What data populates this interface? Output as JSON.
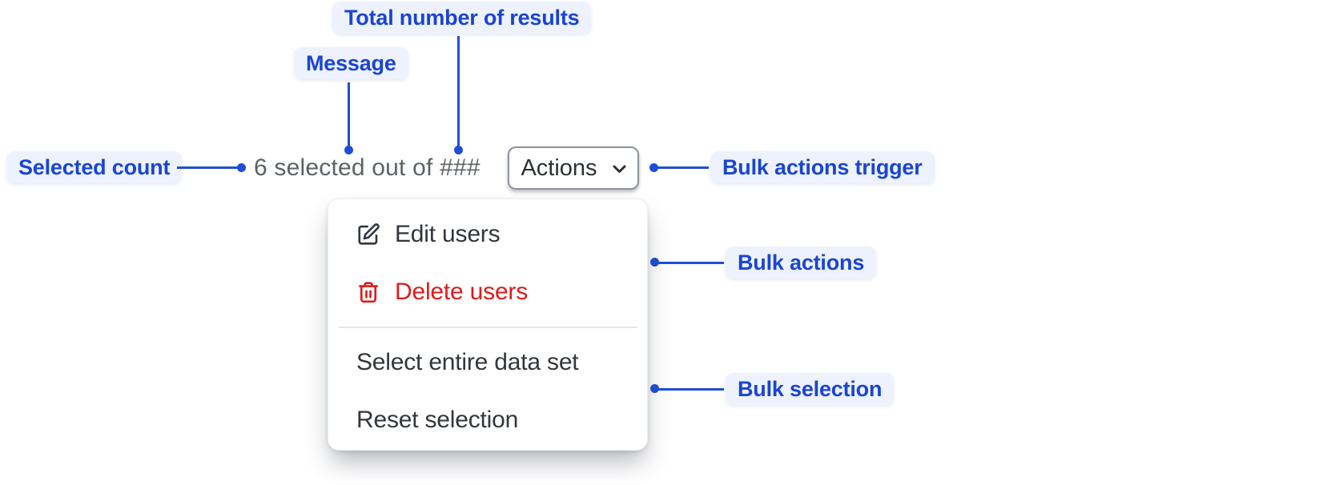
{
  "annotations": {
    "total_results": "Total number of results",
    "message": "Message",
    "selected_count": "Selected count",
    "bulk_actions_trigger": "Bulk actions trigger",
    "bulk_actions": "Bulk actions",
    "bulk_selection": "Bulk selection"
  },
  "toolbar": {
    "selection_message": "6 selected out of ###",
    "actions_button_label": "Actions"
  },
  "menu": {
    "items": [
      {
        "label": "Edit users",
        "icon": "edit-pencil-icon"
      },
      {
        "label": "Delete users",
        "icon": "trash-icon",
        "destructive": true
      },
      {
        "label": "Select entire data set"
      },
      {
        "label": "Reset selection"
      }
    ]
  },
  "colors": {
    "annotation_text_blue": "#1a45d0",
    "annotation_pill_bg": "#edf2fe",
    "connector_blue": "#1e4ed8",
    "destructive_red": "#df1b1b",
    "menu_text": "#32363d",
    "muted_text": "#5d6166",
    "button_border": "#8e949c"
  }
}
